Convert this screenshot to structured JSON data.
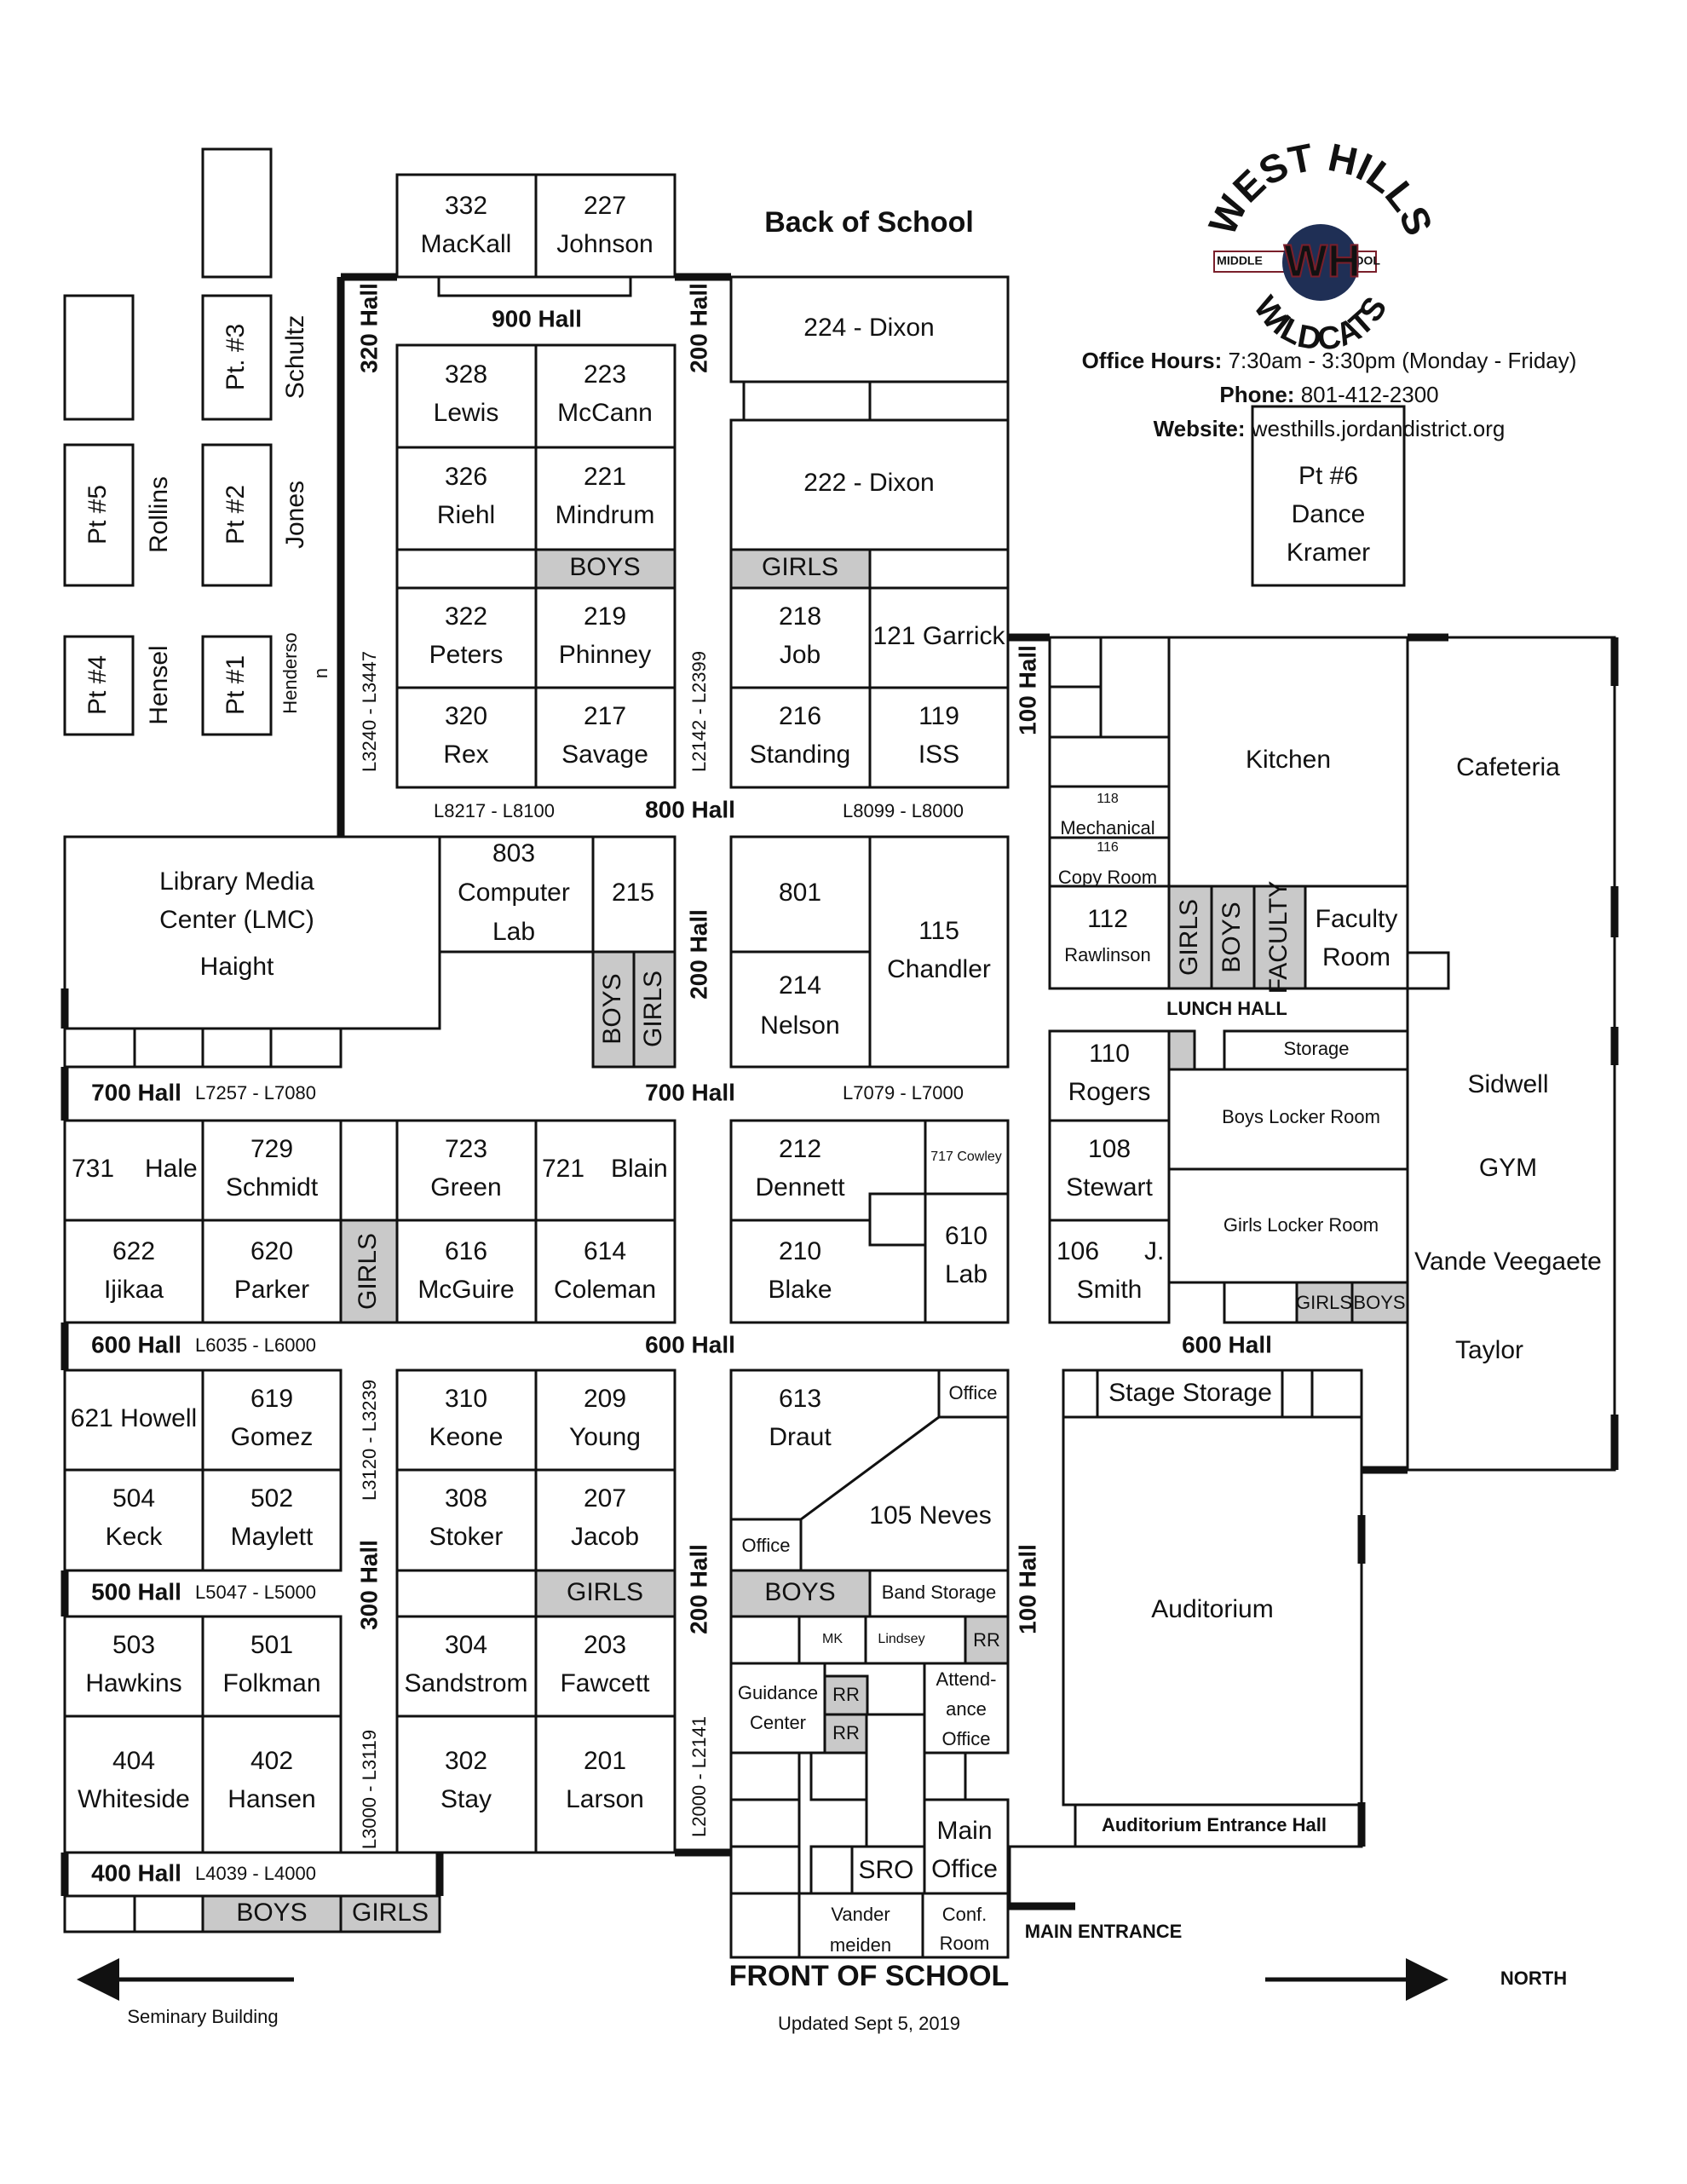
{
  "title": "Back of School",
  "footer": {
    "front": "FRONT OF SCHOOL",
    "updated": "Updated Sept 5, 2019",
    "seminary": "Seminary Building",
    "north": "NORTH",
    "main_entrance": "MAIN ENTRANCE"
  },
  "logo": {
    "top_text": "WEST HILLS",
    "bottom_text": "WILDCATS",
    "monogram": "WH",
    "left_tag": "MIDDLE",
    "right_tag": "SCHOOL",
    "colors": {
      "navy": "#1f2f55",
      "maroon": "#7a1f2b"
    }
  },
  "office": {
    "hours_label": "Office Hours:",
    "hours": "7:30am - 3:30pm (Monday - Friday)",
    "phone_label": "Phone:",
    "phone": "801-412-2300",
    "website_label": "Website:",
    "website": "westhills.jordandistrict.org"
  },
  "portables": {
    "pt3": "Pt. #3",
    "pt2": "Pt #2",
    "pt1": "Pt #1",
    "pt5": "Pt #5",
    "pt4": "Pt #4",
    "schultz": "Schultz",
    "jones": "Jones",
    "henderson_a": "Henderso",
    "henderson_b": "n",
    "rollins": "Rollins",
    "hensel": "Hensel",
    "pt6": "Pt #6",
    "dance": "Dance",
    "kramer": "Kramer"
  },
  "halls": {
    "h900": "900 Hall",
    "h320": "320 Hall",
    "h200": "200 Hall",
    "h100": "100 Hall",
    "h800": "800 Hall",
    "h700": "700 Hall",
    "h600": "600 Hall",
    "h500": "500 Hall",
    "h400": "400 Hall",
    "h300": "300 Hall",
    "lunch": "LUNCH HALL",
    "aud_entrance": "Auditorium Entrance Hall"
  },
  "lockers": {
    "l3240": "L3240 - L3447",
    "l2142": "L2142 - L2399",
    "l8217": "L8217 - L8100",
    "l8099": "L8099 - L8000",
    "l7257": "L7257 - L7080",
    "l7079": "L7079 - L7000",
    "l6035": "L6035 - L6000",
    "l3120": "L3120 - L3239",
    "l5047": "L5047 - L5000",
    "l3000": "L3000 - L3119",
    "l2000": "L2000 - L2141",
    "l4039": "L4039 - L4000"
  },
  "rooms": {
    "r332a": "332",
    "r332b": "MacKall",
    "r227a": "227",
    "r227b": "Johnson",
    "r328a": "328",
    "r328b": "Lewis",
    "r223a": "223",
    "r223b": "McCann",
    "r326a": "326",
    "r326b": "Riehl",
    "r221a": "221",
    "r221b": "Mindrum",
    "boys": "BOYS",
    "girls": "GIRLS",
    "r322a": "322",
    "r322b": "Peters",
    "r219a": "219",
    "r219b": "Phinney",
    "r320a": "320",
    "r320b": "Rex",
    "r217a": "217",
    "r217b": "Savage",
    "r224": "224 - Dixon",
    "r222": "222  - Dixon",
    "r218a": "218",
    "r218b": "Job",
    "r121": "121 Garrick",
    "r216a": "216",
    "r216b": "Standing",
    "r119a": "119",
    "r119b": "ISS",
    "lmc_a": "Library Media",
    "lmc_b": "Center (LMC)",
    "lmc_c": "Haight",
    "r803a": "803",
    "r803b": "Computer",
    "r803c": "Lab",
    "r215": "215",
    "r801": "801",
    "r214a": "214",
    "r214b": "Nelson",
    "r115a": "115",
    "r115b": "Chandler",
    "kitchen": "Kitchen",
    "cafeteria": "Cafeteria",
    "r118a": "118",
    "r118b": "Mechanical",
    "r116a": "116",
    "r116b": "Copy Room",
    "r112a": "112",
    "r112b": "Rawlinson",
    "faculty_rr": "FACULTY",
    "faculty_a": "Faculty",
    "faculty_b": "Room",
    "r110a": "110",
    "r110b": "Rogers",
    "rr": "RR",
    "storage": "Storage",
    "boys_locker": "Boys Locker Room",
    "girls_locker": "Girls Locker Room",
    "r108a": "108",
    "r108b": "Stewart",
    "r106a": "106",
    "r106j": "J.",
    "r106b": "Smith",
    "gym_a": "Sidwell",
    "gym_b": "GYM",
    "gym_c": "Vande Veegaete",
    "gym_d": "Taylor",
    "r731a": "731",
    "r731b": "Hale",
    "r729a": "729",
    "r729b": "Schmidt",
    "r723a": "723",
    "r723b": "Green",
    "r721a": "721",
    "r721b": "Blain",
    "r212a": "212",
    "r212b": "Dennett",
    "r717": "717 Cowley",
    "r108": "108",
    "r622a": "622",
    "r622b": "Ijikaa",
    "r620a": "620",
    "r620b": "Parker",
    "r616a": "616",
    "r616b": "McGuire",
    "r614a": "614",
    "r614b": "Coleman",
    "r210a": "210",
    "r210b": "Blake",
    "r610a": "610",
    "r610b": "Lab",
    "r621": "621 Howell",
    "r619a": "619",
    "r619b": "Gomez",
    "r310a": "310",
    "r310b": "Keone",
    "r209a": "209",
    "r209b": "Young",
    "r613a": "613",
    "r613b": "Draut",
    "office": "Office",
    "r105": "105 Neves",
    "stage_storage": "Stage Storage",
    "auditorium": "Auditorium",
    "r504a": "504",
    "r504b": "Keck",
    "r502a": "502",
    "r502b": "Maylett",
    "r308a": "308",
    "r308b": "Stoker",
    "r207a": "207",
    "r207b": "Jacob",
    "band_storage": "Band Storage",
    "mk": "MK",
    "lindsey": "Lindsey",
    "r503a": "503",
    "r503b": "Hawkins",
    "r501a": "501",
    "r501b": "Folkman",
    "r304a": "304",
    "r304b": "Sandstrom",
    "r203a": "203",
    "r203b": "Fawcett",
    "guidance_a": "Guidance",
    "guidance_b": "Center",
    "att_a": "Attend-",
    "att_b": "ance",
    "att_c": "Office",
    "r404a": "404",
    "r404b": "Whiteside",
    "r402a": "402",
    "r402b": "Hansen",
    "r302a": "302",
    "r302b": "Stay",
    "r201a": "201",
    "r201b": "Larson",
    "main_a": "Main",
    "main_b": "Office",
    "sro": "SRO",
    "vander_a": "Vander",
    "vander_b": "meiden",
    "conf_a": "Conf.",
    "conf_b": "Room"
  }
}
